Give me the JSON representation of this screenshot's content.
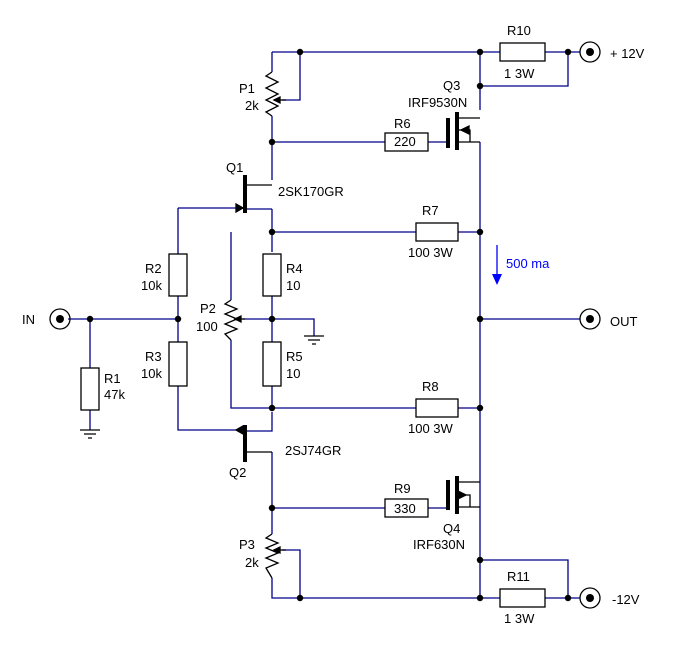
{
  "labels": {
    "input": "IN",
    "output": "OUT",
    "vplus": "+ 12V",
    "vminus": "-12V",
    "current": "500 ma"
  },
  "components": {
    "R1": {
      "name": "R1",
      "value": "47k"
    },
    "R2": {
      "name": "R2",
      "value": "10k"
    },
    "R3": {
      "name": "R3",
      "value": "10k"
    },
    "R4": {
      "name": "R4",
      "value": "10"
    },
    "R5": {
      "name": "R5",
      "value": "10"
    },
    "R6": {
      "name": "R6",
      "value": "220"
    },
    "R7": {
      "name": "R7",
      "value": "100 3W"
    },
    "R8": {
      "name": "R8",
      "value": "100 3W"
    },
    "R9": {
      "name": "R9",
      "value": "330"
    },
    "R10": {
      "name": "R10",
      "value": "1 3W"
    },
    "R11": {
      "name": "R11",
      "value": "1 3W"
    },
    "P1": {
      "name": "P1",
      "value": "2k"
    },
    "P2": {
      "name": "P2",
      "value": "100"
    },
    "P3": {
      "name": "P3",
      "value": "2k"
    },
    "Q1": {
      "name": "Q1",
      "part": "2SK170GR"
    },
    "Q2": {
      "name": "Q2",
      "part": "2SJ74GR"
    },
    "Q3": {
      "name": "Q3",
      "part": "IRF9530N"
    },
    "Q4": {
      "name": "Q4",
      "part": "IRF630N"
    }
  },
  "colors": {
    "wire": "#00008b",
    "component": "#000000",
    "annotation": "#0000ff"
  }
}
